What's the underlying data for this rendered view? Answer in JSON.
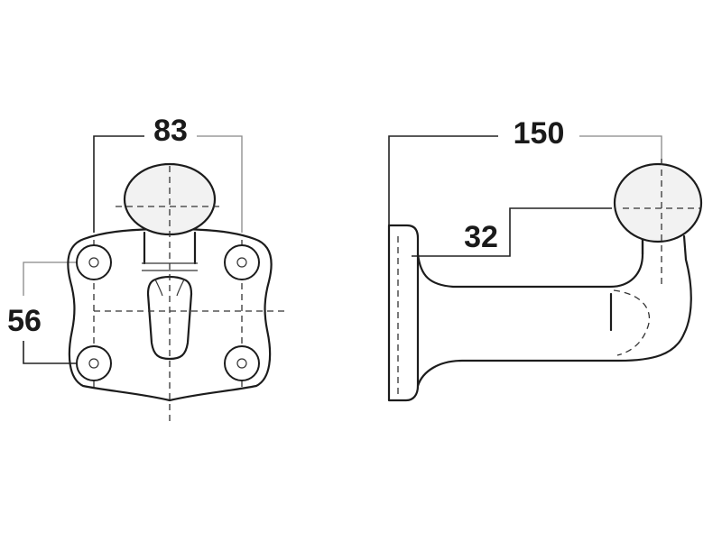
{
  "dimensions": {
    "hole_spacing_horizontal": "83",
    "hole_spacing_vertical": "56",
    "overall_length": "150",
    "ball_offset": "32"
  }
}
